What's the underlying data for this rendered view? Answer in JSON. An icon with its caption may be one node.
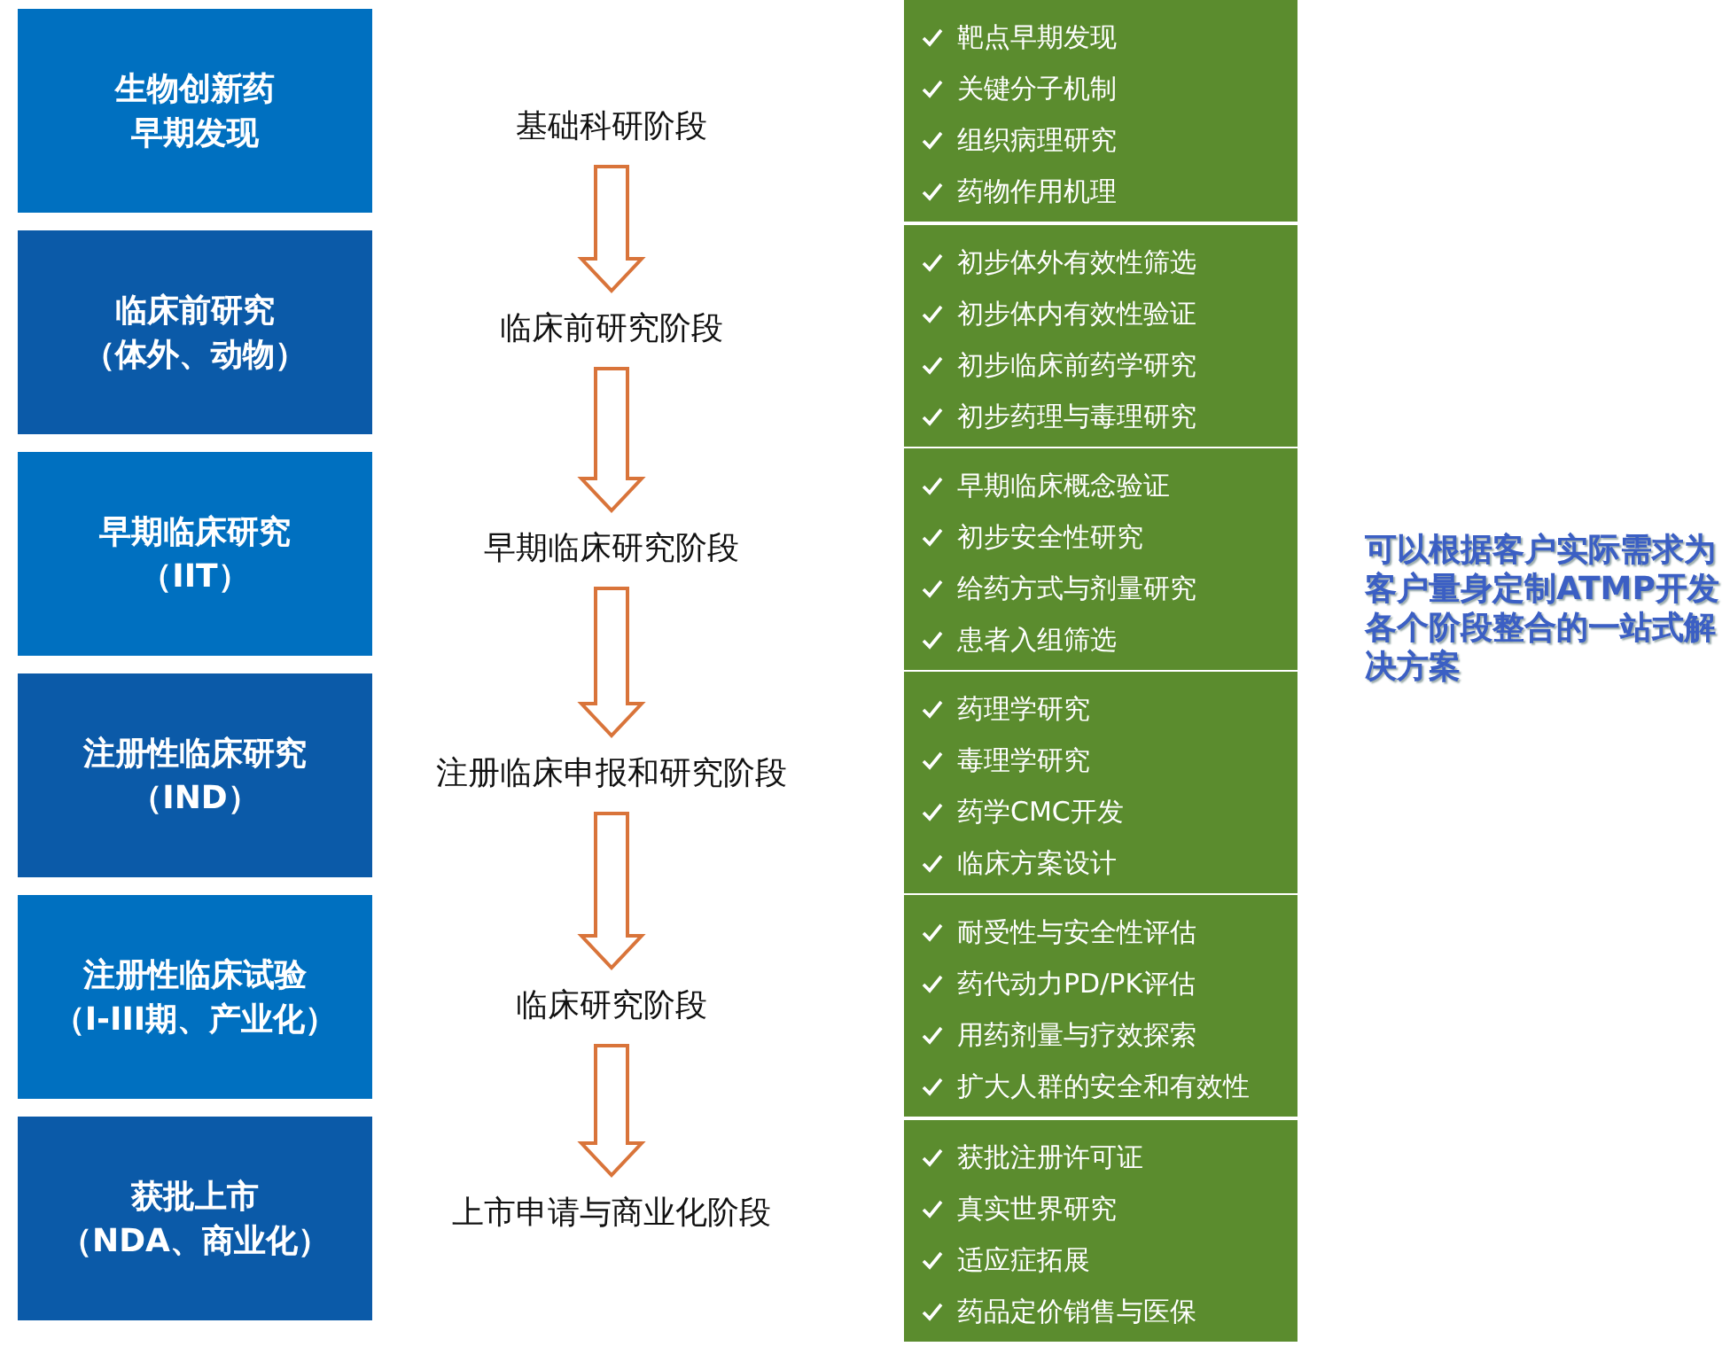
{
  "diagram": {
    "nodes": [
      {
        "text": [
          "生物创新药早期发现"
        ]
      },
      {
        "text": [
          "基础科研阶段"
        ]
      },
      {
        "text": [
          "靶点早期发现",
          "关键分子机制",
          "组织病理研究",
          "药物作用机理"
        ]
      },
      {
        "text": [
          "临床前研究（体外、动物）"
        ]
      },
      {
        "text": [
          "临床前研究阶段"
        ]
      },
      {
        "text": [
          "初步体外有效性筛选",
          "初步体内有效性验证",
          "初步临床前药学研究",
          "初步药理与毒理研究"
        ]
      },
      {
        "text": [
          "早期临床研究（IIT）"
        ]
      },
      {
        "text": [
          "早期临床研究阶段"
        ]
      },
      {
        "text": [
          "早期临床概念验证",
          "初步安全性研究",
          "给药方式与剂量研究",
          "患者入组筛选"
        ]
      },
      {
        "text": [
          "注册性临床研究（IND）"
        ]
      },
      {
        "text": [
          "注册临床申报和研究阶段"
        ]
      },
      {
        "text": [
          "药理学研究",
          "毒理学研究",
          "药学CMC开发",
          "临床方案设计"
        ]
      },
      {
        "text": [
          "注册性临床试验（I-III期、产业化）"
        ]
      },
      {
        "text": [
          "临床研究阶段"
        ]
      },
      {
        "text": [
          "耐受性与安全性评估",
          "药代动力PD/PK评估",
          "用药剂量与疗效探索",
          "扩大人群的安全和有效性"
        ]
      },
      {
        "text": [
          "获批上市（NDA、商业化）"
        ]
      },
      {
        "text": [
          "上市申请与商业化阶段"
        ]
      },
      {
        "text": [
          "获批注册许可证",
          "真实世界研究",
          "适应症拓展",
          "药品定价销售与医保"
        ]
      }
    ],
    "edges": [
      {
        "from": 1,
        "to": 4,
        "arrow": "to"
      },
      {
        "from": 4,
        "to": 7,
        "arrow": "to"
      },
      {
        "from": 7,
        "to": 10,
        "arrow": "to"
      },
      {
        "from": 10,
        "to": 13,
        "arrow": "to"
      },
      {
        "from": 13,
        "to": 16,
        "arrow": "to"
      }
    ],
    "labels": [
      "可以根据客户实际需求为客户量身定制ATMP开发各个阶段整合的一站式解决方案"
    ]
  }
}
